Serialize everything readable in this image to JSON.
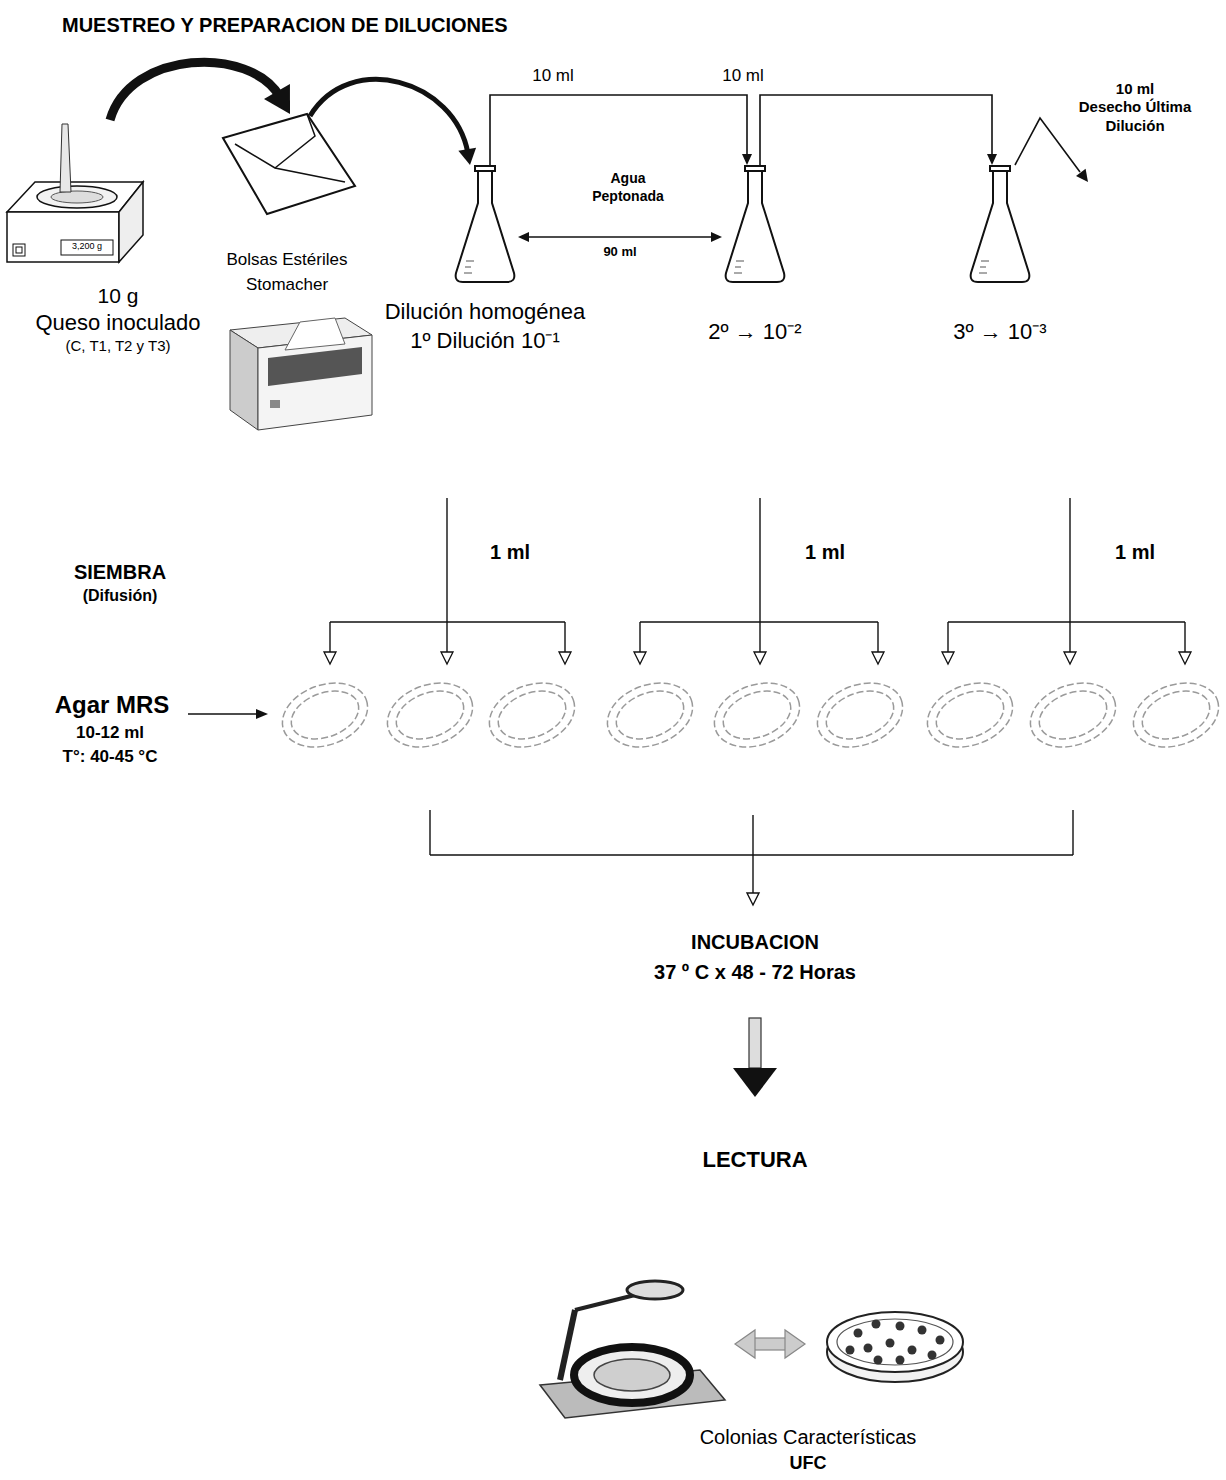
{
  "diagram": {
    "title": "MUESTREO Y PREPARACION DE DILUCIONES",
    "nodes": [
      {
        "text": [
          "10 g",
          "Queso inoculado",
          "(C, T1, T2 y T3)"
        ]
      },
      {
        "text": [
          "Bolsas Estériles Stomacher"
        ]
      },
      {
        "text": [
          "Dilución homogénea 1º Dilución 10⁻¹"
        ]
      },
      {
        "text": [
          "2º → 10⁻²"
        ]
      },
      {
        "text": [
          "3º → 10⁻³"
        ]
      }
    ],
    "edges": [
      {
        "from": 0,
        "to": 1,
        "arrow": "to"
      },
      {
        "from": 1,
        "to": 2,
        "arrow": "to"
      },
      {
        "from": 2,
        "to": 3,
        "label": "10 ml",
        "arrow": "to"
      },
      {
        "from": 3,
        "to": 4,
        "label": "10 ml",
        "arrow": "to"
      },
      {
        "from": 2,
        "to": 3,
        "label": "90 ml",
        "arrow": "both"
      }
    ],
    "labels": [
      "3,200 g",
      "Agua Peptonada",
      "10 ml",
      "Desecho Última Dilución",
      "SIEMBRA",
      "(Difusión)",
      "1 ml",
      "1 ml",
      "1 ml",
      "Agar MRS",
      "10-12 ml",
      "T°: 40-45 °C",
      "INCUBACION",
      "37 º C x 48 - 72 Horas",
      "LECTURA",
      "Colonias Características",
      "UFC"
    ]
  }
}
